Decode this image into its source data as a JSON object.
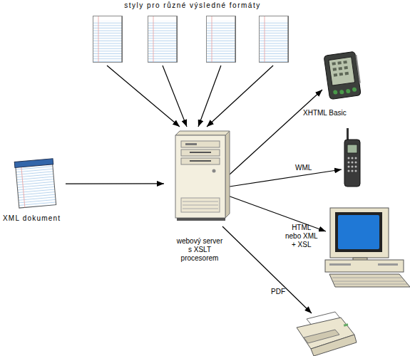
{
  "diagram": {
    "nodes": [
      {
        "text": [
          "styly pro různé výsledné formáty"
        ]
      },
      {
        "text": [
          "XML dokument"
        ]
      },
      {
        "text": [
          "webový server s XSLT procesorem"
        ]
      }
    ],
    "edges": [
      {
        "from": 0,
        "to": 2,
        "arrow": "to"
      },
      {
        "from": 0,
        "to": 2,
        "arrow": "to"
      },
      {
        "from": 0,
        "to": 2,
        "arrow": "to"
      },
      {
        "from": 0,
        "to": 2,
        "arrow": "to"
      },
      {
        "from": 1,
        "to": 2,
        "arrow": "to"
      }
    ],
    "labels": [
      "XHTML Basic",
      "WML",
      "HTML nebo XML + XSL",
      "PDF"
    ]
  }
}
